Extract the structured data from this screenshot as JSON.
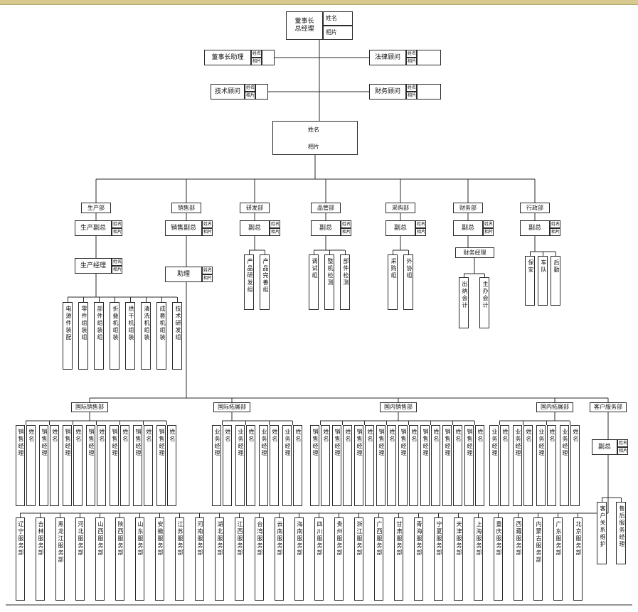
{
  "colors": {
    "background": "#ffffff",
    "line": "#2a2a2a",
    "top_strip": "#d7c98f"
  },
  "labels": {
    "name": "姓名",
    "photo": "相片"
  },
  "chairman": {
    "title_line1": "董事长",
    "title_line2": "总经理"
  },
  "advisors": {
    "assistant": "董事长助理",
    "legal": "法律顾问",
    "technical": "技术顾问",
    "financial": "财务顾问"
  },
  "departments": {
    "production": {
      "label": "生产部",
      "vp": "生产副总",
      "manager": "生产经理",
      "teams": [
        "电源件装配",
        "零件组装组",
        "部件组装组",
        "折叠机组装",
        "烘干机组装",
        "清洗机组装",
        "成套机组装",
        "技术研发组"
      ]
    },
    "sales": {
      "label": "销售部",
      "vp": "销售副总",
      "assistant": "助理"
    },
    "rnd": {
      "label": "研发部",
      "vp": "副总",
      "teams": [
        "产品研发组",
        "产品完善组"
      ]
    },
    "qc": {
      "label": "品管部",
      "vp": "副总",
      "teams": [
        "调试组",
        "整机检测",
        "部件检测"
      ]
    },
    "purchasing": {
      "label": "采购部",
      "vp": "副总",
      "teams": [
        "采购组",
        "外协组"
      ]
    },
    "finance": {
      "label": "财务部",
      "vp": "副总",
      "manager": "财务经理",
      "teams": [
        "出纳会计",
        "主办会计"
      ]
    },
    "admin": {
      "label": "行政部",
      "vp": "副总",
      "teams": [
        "保安",
        "车队",
        "后勤"
      ]
    }
  },
  "sales_network": {
    "intl_sales": {
      "label": "国际销售部",
      "members": [
        "销售经理",
        "销售经理",
        "销售经理",
        "销售经理",
        "销售经理",
        "销售经理",
        "销售经理"
      ]
    },
    "intl_dev": {
      "label": "国际拓展部",
      "members": [
        "业务经理",
        "业务经理",
        "业务经理",
        "业务经理"
      ]
    },
    "domestic_sales": {
      "label": "国内销售部",
      "members": [
        "销售经理",
        "销售经理",
        "销售经理",
        "销售经理",
        "销售经理",
        "销售经理",
        "销售经理",
        "销售经理"
      ]
    },
    "domestic_dev": {
      "label": "国内拓展部",
      "members": [
        "业务经理",
        "业务经理",
        "业务经理",
        "业务经理"
      ]
    },
    "customer_service": {
      "label": "客户服务部",
      "vp": "副总",
      "teams": [
        "客户关系维护",
        "售后服务经理"
      ]
    }
  },
  "service_branches": [
    "辽宁服务部",
    "吉林服务部",
    "黑龙江服务部",
    "河北服务部",
    "山西服务部",
    "陕西服务部",
    "山东服务部",
    "安徽服务部",
    "江苏服务部",
    "河南服务部",
    "湖北服务部",
    "江西服务部",
    "台湾服务部",
    "云南服务部",
    "海南服务部",
    "四川服务部",
    "贵州服务部",
    "浙江服务部",
    "广西服务部",
    "甘肃服务部",
    "青海服务部",
    "宁夏服务部",
    "天津服务部",
    "上海服务部",
    "重庆服务部",
    "西藏服务部",
    "内蒙古服务部",
    "广东服务部",
    "北京服务部"
  ]
}
